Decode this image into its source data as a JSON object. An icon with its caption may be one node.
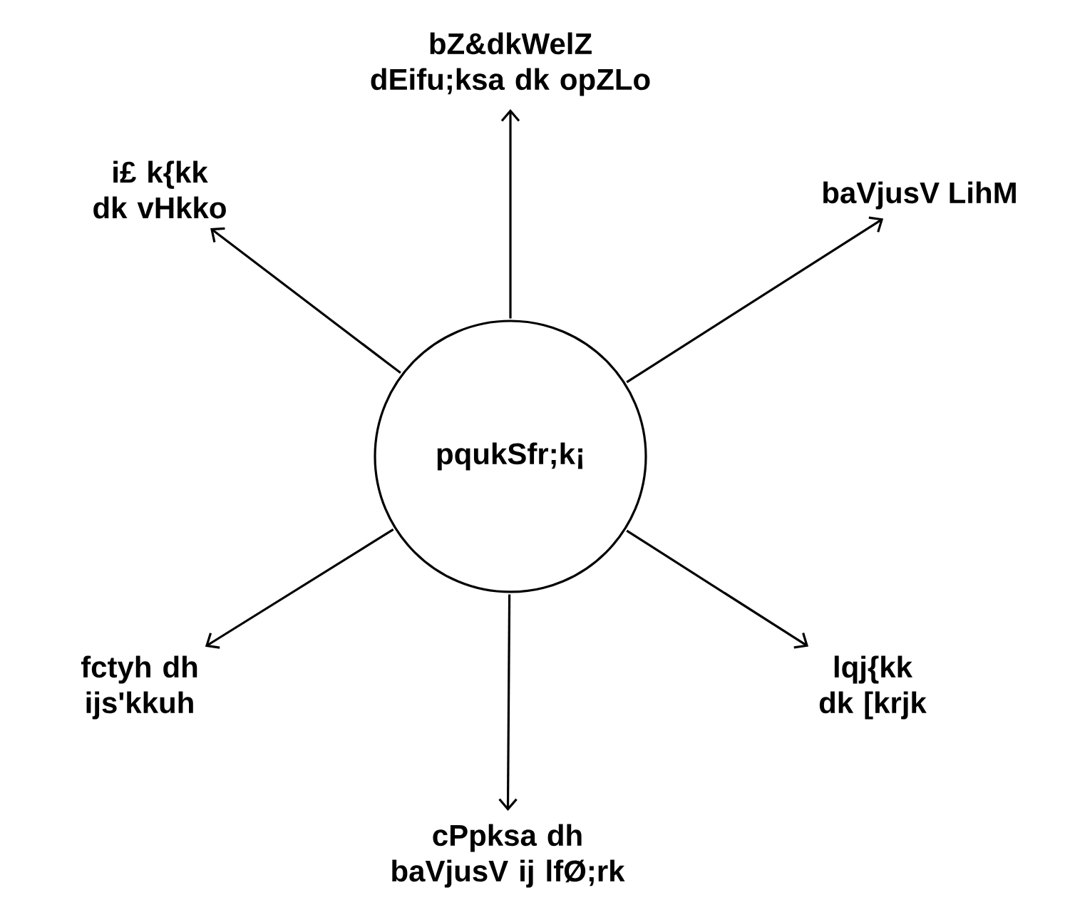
{
  "diagram": {
    "nodes": [
      {
        "text": [
          "pqukSfr;k¡"
        ]
      },
      {
        "text": [
          "bZ&dkWelZ dEifu;ksa dk opZLo"
        ]
      },
      {
        "text": [
          "i£ k{kk dk vHkko"
        ]
      },
      {
        "text": [
          "baVjusV LihM"
        ]
      },
      {
        "text": [
          "fctyh dh ijs'kkuh"
        ]
      },
      {
        "text": [
          "lqj{kk dk [krjk"
        ]
      },
      {
        "text": [
          "cPpksa dh baVjusV ij lfØ;rk"
        ]
      }
    ],
    "edges": [
      {
        "from": 0,
        "to": 1,
        "arrow": "to"
      },
      {
        "from": 0,
        "to": 2,
        "arrow": "to"
      },
      {
        "from": 0,
        "to": 3,
        "arrow": "to"
      },
      {
        "from": 0,
        "to": 4,
        "arrow": "to"
      },
      {
        "from": 0,
        "to": 5,
        "arrow": "to"
      },
      {
        "from": 0,
        "to": 6,
        "arrow": "to"
      }
    ]
  }
}
